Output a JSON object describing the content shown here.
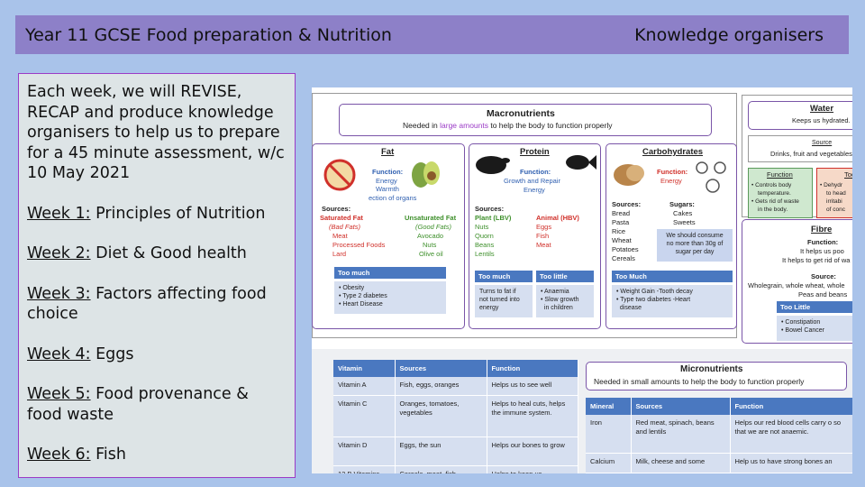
{
  "header": {
    "title": "Year 11 GCSE Food preparation & Nutrition",
    "right": "Knowledge organisers"
  },
  "panel": {
    "intro": "Each week, we will REVISE, RECAP and produce knowledge organisers to help us to prepare for a 45 minute assessment, w/c 10 May 2021",
    "weeks": [
      {
        "label": "Week 1:",
        "topic": "  Principles of Nutrition"
      },
      {
        "label": "Week 2:",
        "topic": " Diet & Good health"
      },
      {
        "label": "Week 3:",
        "topic": " Factors affecting food choice"
      },
      {
        "label": "Week 4:",
        "topic": " Eggs"
      },
      {
        "label": "Week 5:",
        "topic": " Food provenance & food waste"
      },
      {
        "label": "Week 6:",
        "topic": " Fish"
      }
    ]
  },
  "organiser": {
    "macro": {
      "title": "Macronutrients",
      "sub_a": "Needed in ",
      "sub_em": "large amounts",
      "sub_b": " to help the body to function properly"
    },
    "fat": {
      "title": "Fat",
      "function_label": "Function:",
      "function_lines": [
        "Energy",
        "Warmth",
        "ection of organs"
      ],
      "sources_label": "Sources:",
      "sat_title": "Saturated Fat",
      "sat_sub": "(Bad Fats)",
      "sat_items": [
        "Meat",
        "Processed Foods",
        "Lard"
      ],
      "unsat_title": "Unsaturated Fat",
      "unsat_sub": "(Good Fats)",
      "unsat_items": [
        "Avocado",
        "Nuts",
        "Olive oil"
      ],
      "too_much": "Too much",
      "too_much_items": [
        "Obesity",
        "Type 2 diabetes",
        "Heart Disease"
      ]
    },
    "protein": {
      "title": "Protein",
      "function_label": "Function:",
      "function_lines": [
        "Growth and Repair",
        "Energy"
      ],
      "sources_label": "Sources:",
      "plant_title": "Plant (LBV)",
      "plant_items": [
        "Nuts",
        "Quorn",
        "Beans",
        "Lentils"
      ],
      "animal_title": "Animal (HBV)",
      "animal_items": [
        "Eggs",
        "Fish",
        "Meat"
      ],
      "too_much": "Too much",
      "too_little": "Too little",
      "too_much_text": [
        "Turns to fat if",
        "not turned into",
        "energy"
      ],
      "too_little_items": [
        "Anaemia",
        "Slow growth",
        "in children"
      ]
    },
    "carbs": {
      "title": "Carbohydrates",
      "function_label": "Function:",
      "function_lines": [
        "Energy"
      ],
      "sources_label": "Sources:",
      "sources": [
        "Bread",
        "Pasta",
        "Rice",
        "Wheat",
        "Potatoes",
        "Cereals"
      ],
      "sugars_label": "Sugars:",
      "sugars": [
        "Cakes",
        "Sweets"
      ],
      "note": [
        "We should consume",
        "no more than 30g of",
        "sugar per day"
      ],
      "too_much": "Too Much",
      "too_much_items": [
        "Weight Gain  -Tooth decay",
        "Type two diabetes  -Heart",
        "disease"
      ]
    },
    "water": {
      "title": "Water",
      "sub": "Keeps us hydrated.",
      "source_label": "Source",
      "source_text": "Drinks, fruit and vegetables",
      "function_label": "Function",
      "function_items": [
        "Controls body",
        "temperature.",
        "Gets rid of waste",
        "in the body."
      ],
      "too_label": "Toc",
      "too_items": [
        "Dehydr",
        "to head",
        "irritabi",
        "of conc"
      ]
    },
    "fibre": {
      "title": "Fibre",
      "function_label": "Function:",
      "function_lines": [
        "It helps us poo",
        "It helps to get rid of wa"
      ],
      "source_label": "Source:",
      "source_lines": [
        "Wholegrain, whole wheat, whole",
        "Peas and beans"
      ],
      "too_little": "Too Little",
      "too_little_items": [
        "Constipation",
        "Bowel Cancer"
      ]
    },
    "vitamins": {
      "headers": [
        "Vitamin",
        "Sources",
        "Function"
      ],
      "rows": [
        [
          "Vitamin A",
          "Fish, eggs, oranges",
          "Helps us to see well"
        ],
        [
          "Vitamin C",
          "Oranges, tomatoes, vegetables",
          "Helps to heal cuts, helps the immune system."
        ],
        [
          "Vitamin D",
          "Eggs, the sun",
          "Helps our bones to grow"
        ],
        [
          "12 B Vitamins",
          "Cereals, meat, fish",
          "Helps to keep us"
        ]
      ]
    },
    "micro": {
      "title": "Micronutrients",
      "sub": "Needed in small amounts to help the body to function properly"
    },
    "minerals": {
      "headers": [
        "Mineral",
        "Sources",
        "Function"
      ],
      "rows": [
        [
          "Iron",
          "Red meat, spinach, beans and lentils",
          "Helps our red blood cells carry o so that we are not anaemic."
        ],
        [
          "Calcium",
          "Milk, cheese and some",
          "Help us to have strong bones an"
        ]
      ]
    }
  }
}
